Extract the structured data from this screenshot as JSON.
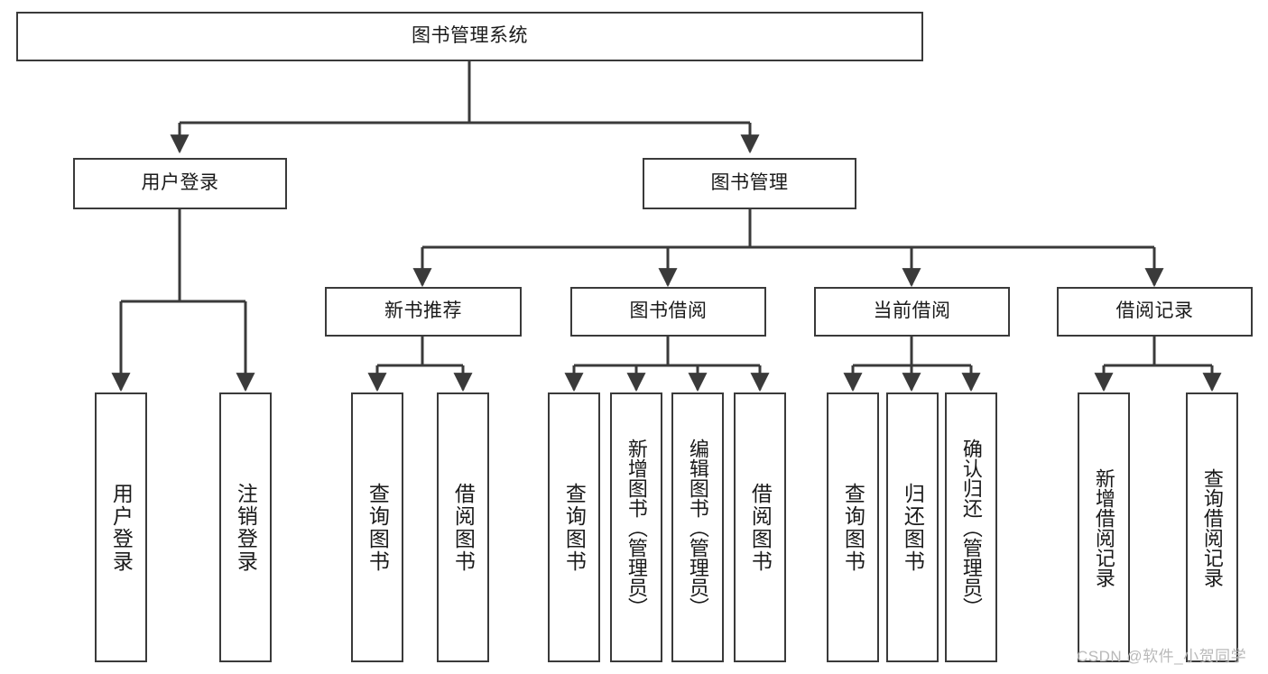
{
  "diagram": {
    "type": "tree",
    "title": "图书管理系统",
    "root": {
      "label": "图书管理系统"
    },
    "level2": [
      {
        "label": "用户登录"
      },
      {
        "label": "图书管理"
      }
    ],
    "level3": [
      {
        "label": "新书推荐"
      },
      {
        "label": "图书借阅"
      },
      {
        "label": "当前借阅"
      },
      {
        "label": "借阅记录"
      }
    ],
    "leaves": {
      "user_login": [
        {
          "label": "用户登录"
        },
        {
          "label": "注销登录"
        }
      ],
      "new_book": [
        {
          "label": "查询图书"
        },
        {
          "label": "借阅图书"
        }
      ],
      "borrow": [
        {
          "label": "查询图书"
        },
        {
          "label": "新增图书（管理员）"
        },
        {
          "label": "编辑图书（管理员）"
        },
        {
          "label": "借阅图书"
        }
      ],
      "current": [
        {
          "label": "查询图书"
        },
        {
          "label": "归还图书"
        },
        {
          "label": "确认归还（管理员）"
        }
      ],
      "records": [
        {
          "label": "新增借阅记录"
        },
        {
          "label": "查询借阅记录"
        }
      ]
    }
  },
  "watermark": {
    "text": "CSDN @软件_小贺同学"
  },
  "colors": {
    "stroke": "#3a3a3a",
    "background": "#ffffff",
    "text": "#1a1a1a",
    "watermark": "#b9b9b9"
  }
}
